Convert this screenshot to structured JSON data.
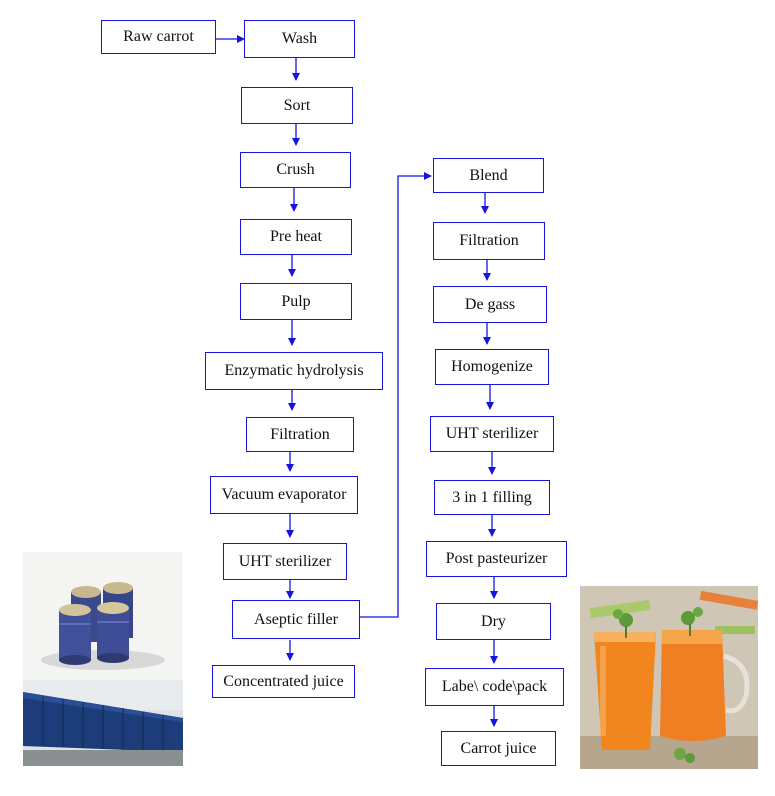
{
  "diagram": {
    "steps": {
      "raw_carrot": "Raw carrot",
      "wash": "Wash",
      "sort": "Sort",
      "crush": "Crush",
      "pre_heat": "Pre heat",
      "pulp": "Pulp",
      "enzymatic_hydrolysis": "Enzymatic hydrolysis",
      "filtration_1": "Filtration",
      "vacuum_evaporator": "Vacuum evaporator",
      "uht_sterilizer_1": "UHT sterilizer",
      "aseptic_filler": "Aseptic filler",
      "concentrated_juice": "Concentrated juice",
      "blend": "Blend",
      "filtration_2": "Filtration",
      "de_gass": "De gass",
      "homogenize": "Homogenize",
      "uht_sterilizer_2": "UHT sterilizer",
      "three_in_one_filling": "3 in 1 filling",
      "post_pasteurizer": "Post pasteurizer",
      "dry": "Dry",
      "label_code_pack": "Labe\\ code\\pack",
      "carrot_juice": "Carrot juice"
    },
    "colors": {
      "box_border": "#1515e0",
      "arrow": "#1515e0",
      "text": "#111111"
    }
  },
  "photos": {
    "drums_icon": "metal-drums-image",
    "warehouse_icon": "drum-warehouse-image",
    "juice_icon": "carrot-juice-glass-and-jug-image"
  }
}
